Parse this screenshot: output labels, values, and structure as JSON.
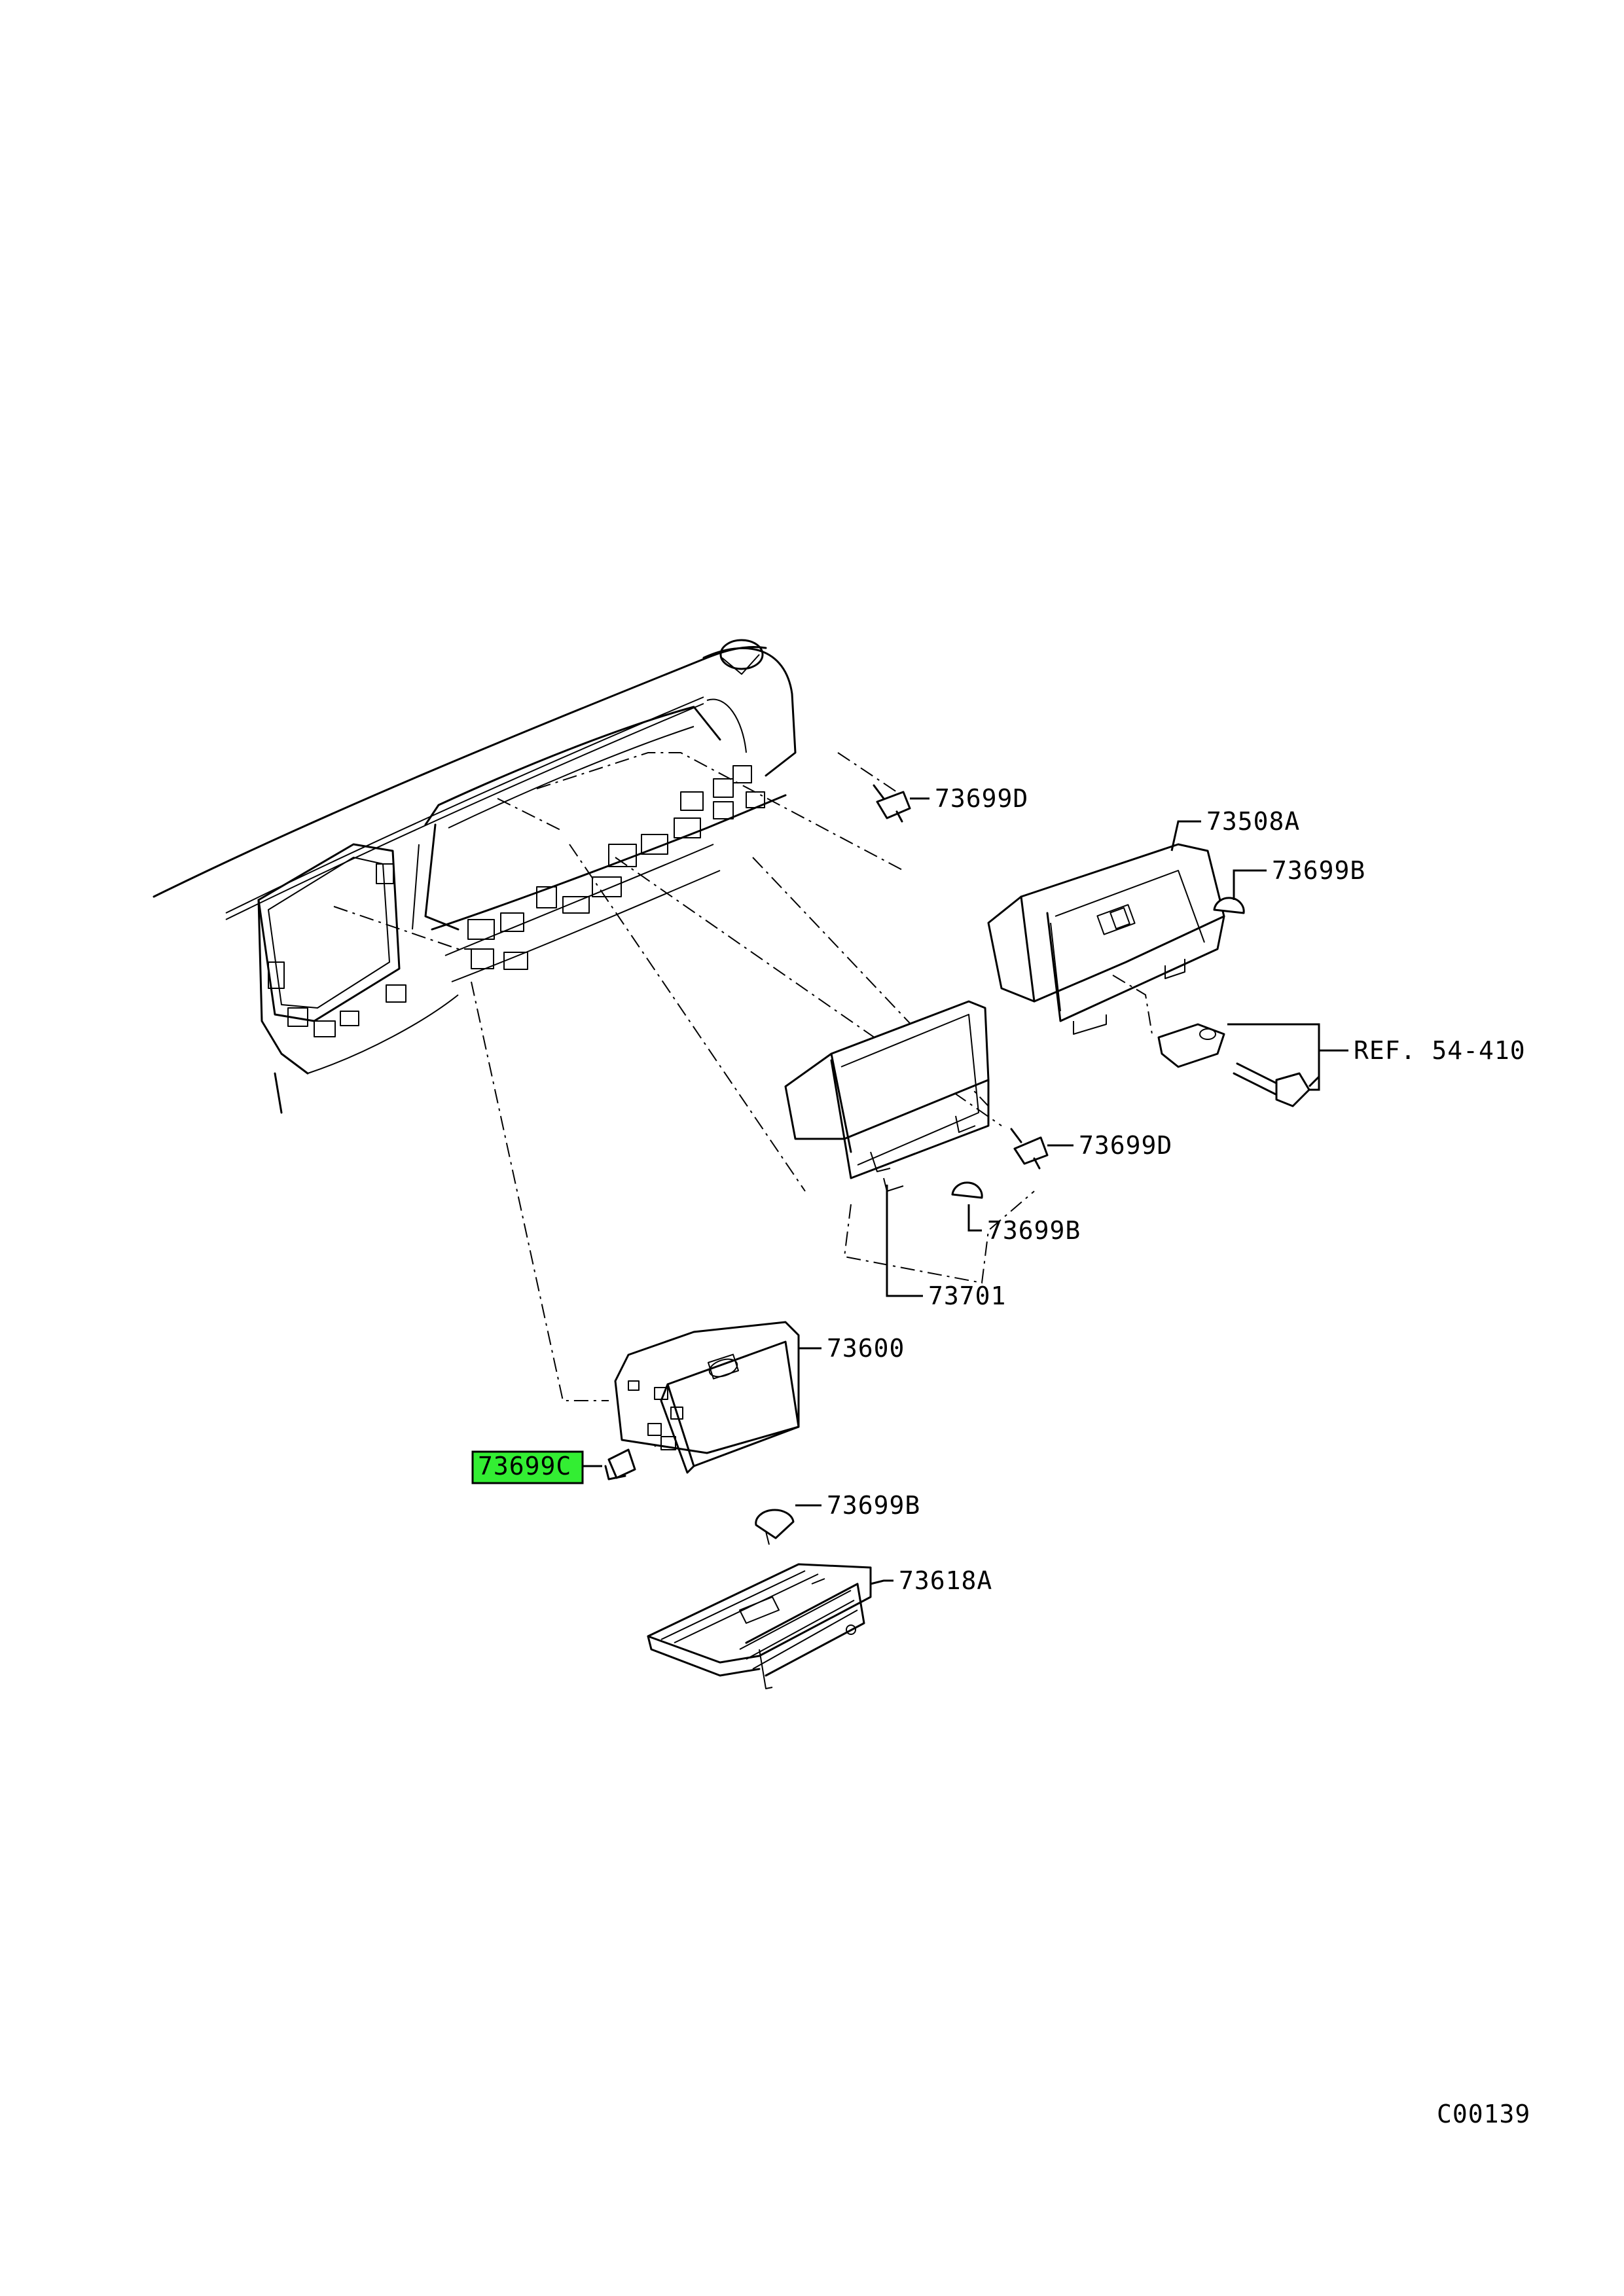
{
  "diagram_code": "C00139",
  "highlight_color": "#33ee33",
  "parts": [
    {
      "id": "p1",
      "label": "73699D",
      "highlighted": false
    },
    {
      "id": "p2",
      "label": "73508A",
      "highlighted": false
    },
    {
      "id": "p3",
      "label": "73699B",
      "highlighted": false
    },
    {
      "id": "p4",
      "label": "REF. 54-410",
      "highlighted": false
    },
    {
      "id": "p5",
      "label": "73699D",
      "highlighted": false
    },
    {
      "id": "p6",
      "label": "73699B",
      "highlighted": false
    },
    {
      "id": "p7",
      "label": "73701",
      "highlighted": false
    },
    {
      "id": "p8",
      "label": "73600",
      "highlighted": false
    },
    {
      "id": "p9",
      "label": "73699C",
      "highlighted": true
    },
    {
      "id": "p10",
      "label": "73699B",
      "highlighted": false
    },
    {
      "id": "p11",
      "label": "73618A",
      "highlighted": false
    }
  ]
}
